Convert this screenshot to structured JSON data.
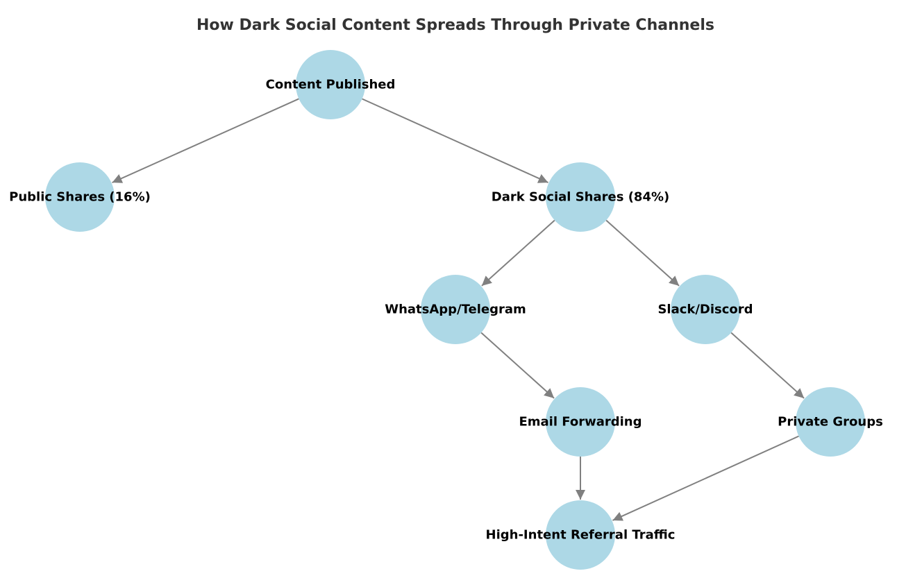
{
  "title": "How Dark Social Content Spreads Through Private Channels",
  "colors": {
    "node_fill": "#add8e6",
    "edge": "#808080",
    "title_text": "#333333",
    "label_text": "#000000",
    "background": "#ffffff"
  },
  "nodes": {
    "content_published": {
      "label": "Content Published"
    },
    "public_shares": {
      "label": "Public Shares (16%)"
    },
    "dark_social_shares": {
      "label": "Dark Social Shares (84%)"
    },
    "whatsapp_telegram": {
      "label": "WhatsApp/Telegram"
    },
    "slack_discord": {
      "label": "Slack/Discord"
    },
    "email_forwarding": {
      "label": "Email Forwarding"
    },
    "private_groups": {
      "label": "Private Groups"
    },
    "high_intent_referral_traffic": {
      "label": "High-Intent Referral Traffic"
    }
  },
  "edges": [
    {
      "from": "content_published",
      "to": "public_shares"
    },
    {
      "from": "content_published",
      "to": "dark_social_shares"
    },
    {
      "from": "dark_social_shares",
      "to": "whatsapp_telegram"
    },
    {
      "from": "dark_social_shares",
      "to": "slack_discord"
    },
    {
      "from": "whatsapp_telegram",
      "to": "email_forwarding"
    },
    {
      "from": "slack_discord",
      "to": "private_groups"
    },
    {
      "from": "email_forwarding",
      "to": "high_intent_referral_traffic"
    },
    {
      "from": "private_groups",
      "to": "high_intent_referral_traffic"
    }
  ]
}
